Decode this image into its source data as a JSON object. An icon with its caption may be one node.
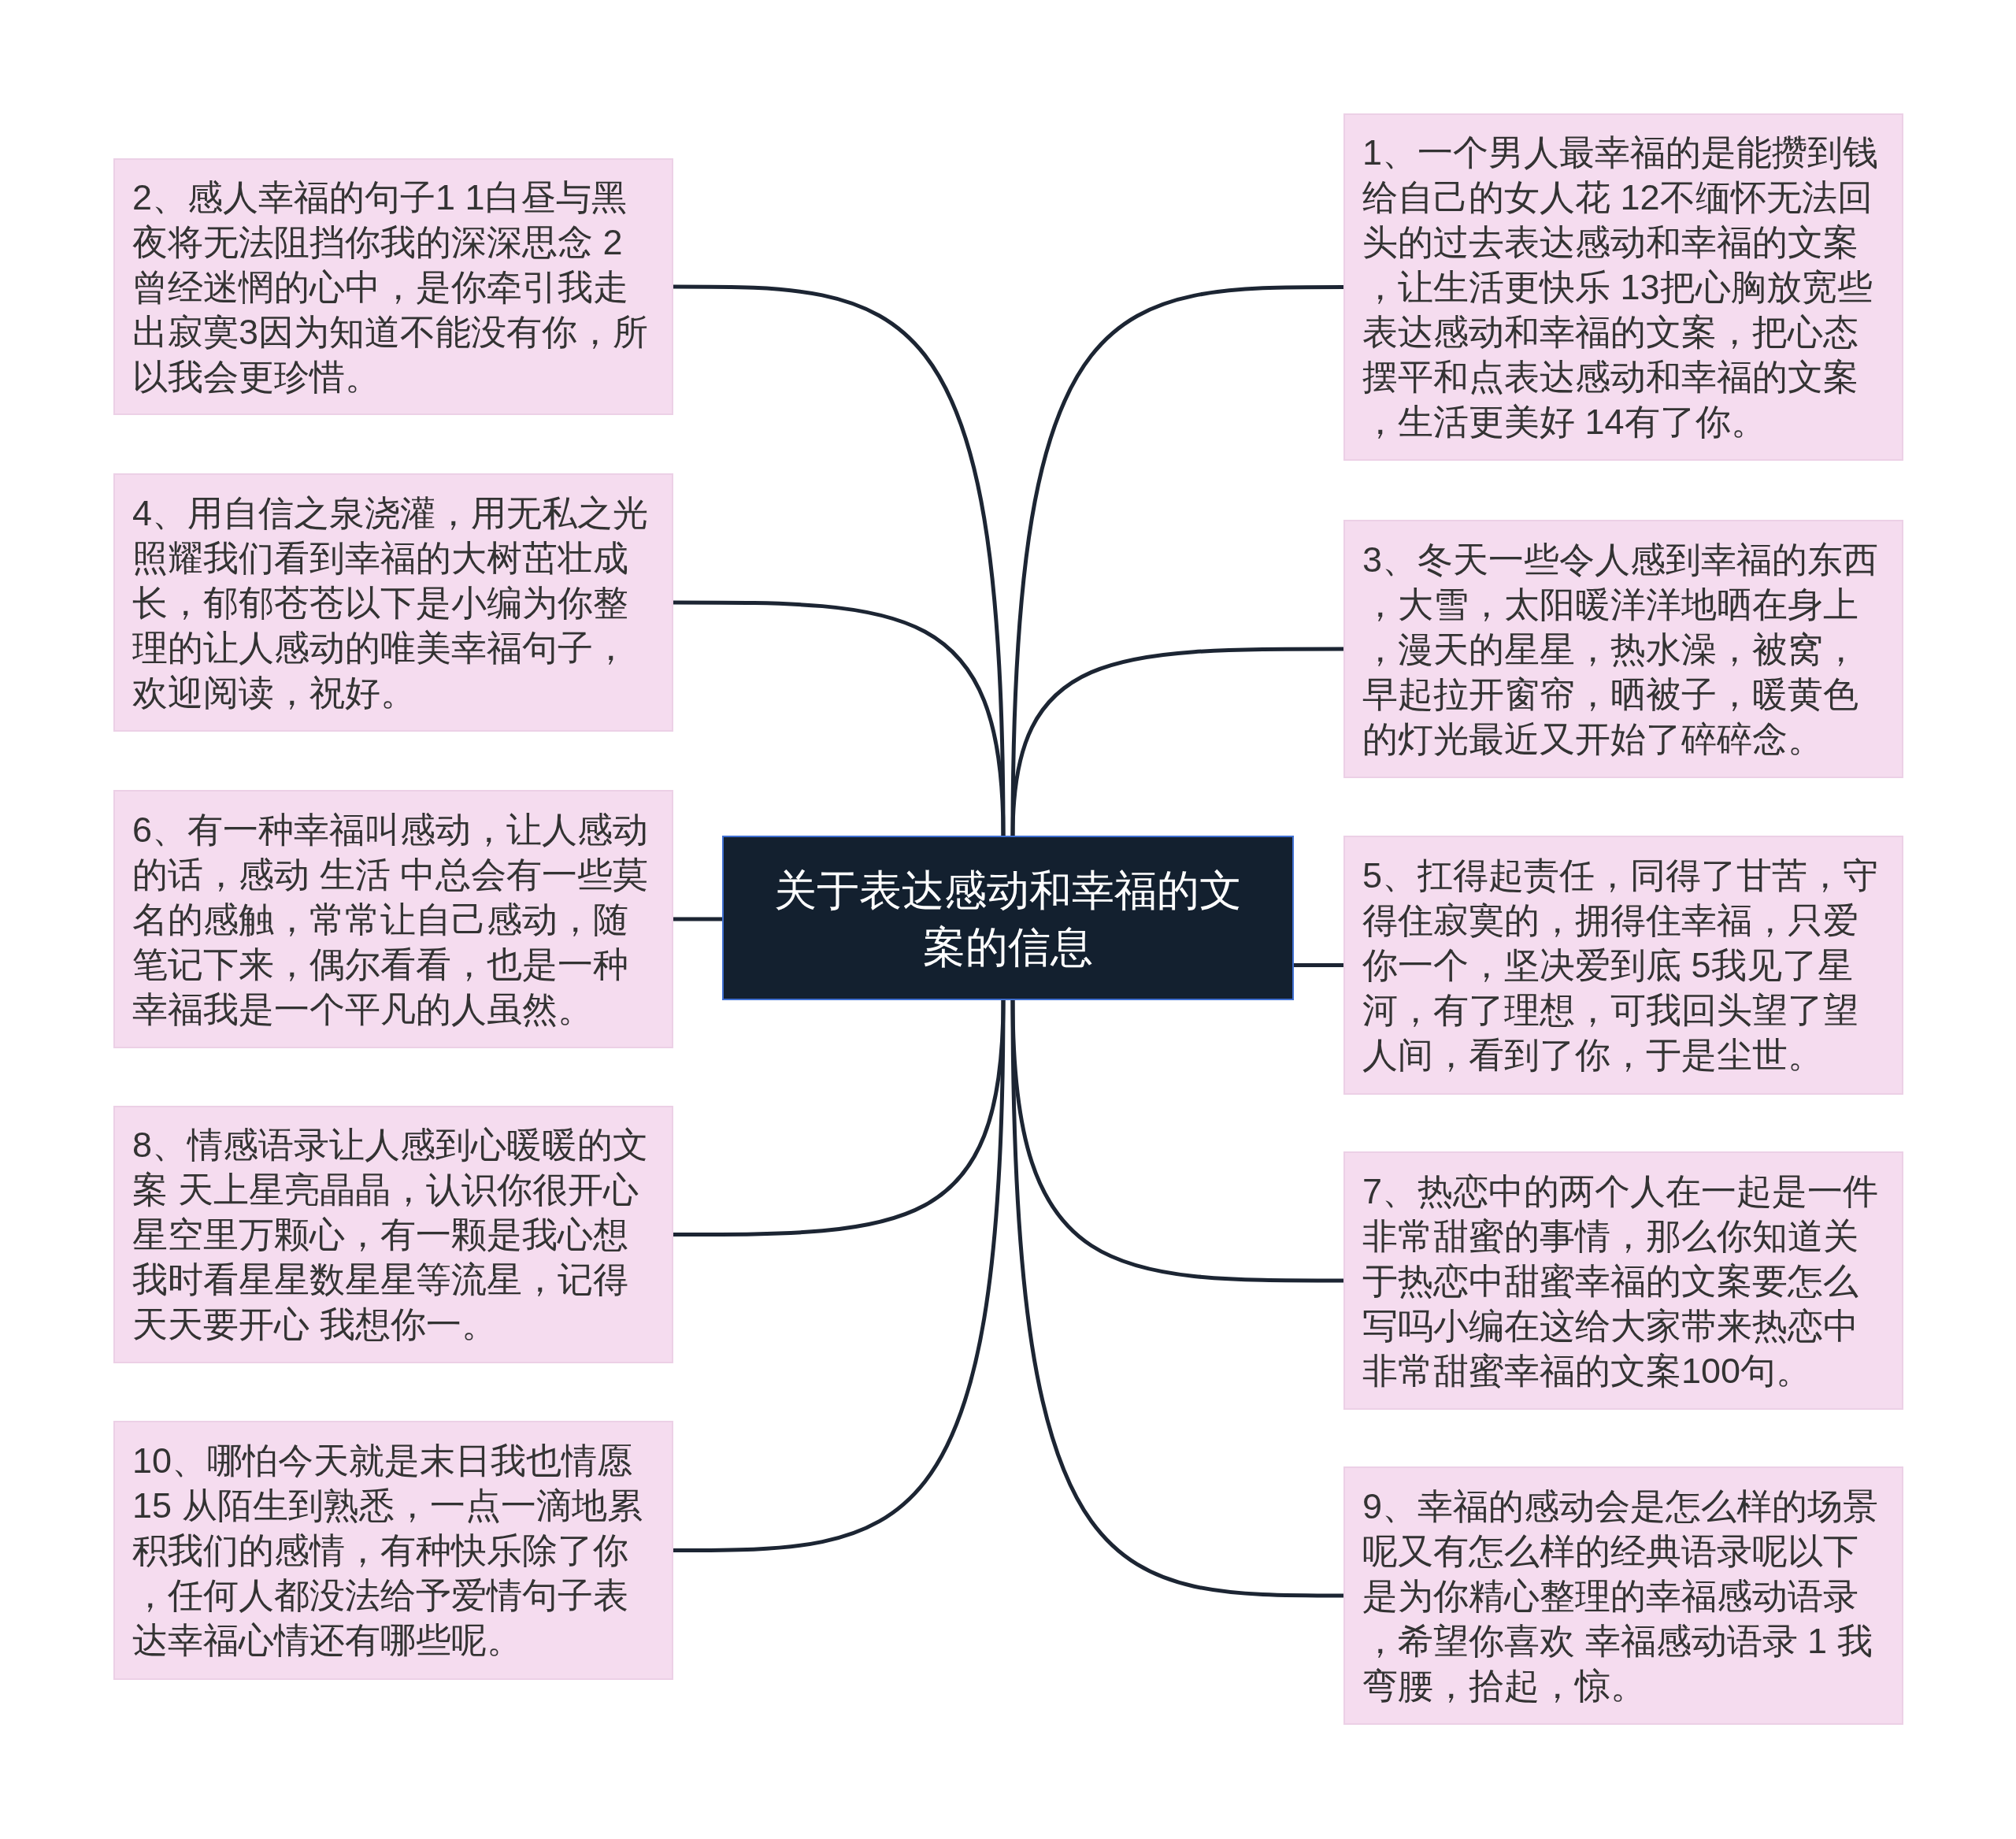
{
  "diagram": {
    "nodes": [
      {
        "text": [
          "关于表达感动和幸福的文案的信息"
        ]
      },
      {
        "text": [
          "1、一个男人最幸福的是能攒到钱给自己的女人花 12不缅怀无法回头的过去表达感动和幸福的文案，让生活更快乐 13把心胸放宽些表达感动和幸福的文案，把心态摆平和点表达感动和幸福的文案，生活更美好 14有了你。"
        ]
      },
      {
        "text": [
          "2、感人幸福的句子1 1白昼与黑夜将无法阻挡你我的深深思念 2曾经迷惘的心中，是你牵引我走出寂寞3因为知道不能没有你，所以我会更珍惜。"
        ]
      },
      {
        "text": [
          "3、冬天一些令人感到幸福的东西，大雪，太阳暖洋洋地晒在身上，漫天的星星，热水澡，被窝，早起拉开窗帘，晒被子，暖黄色的灯光最近又开始了碎碎念。"
        ]
      },
      {
        "text": [
          "4、用自信之泉浇灌，用无私之光照耀我们看到幸福的大树茁壮成长，郁郁苍苍以下是小编为你整理的让人感动的唯美幸福句子，欢迎阅读，祝好。"
        ]
      },
      {
        "text": [
          "5、扛得起责任，同得了甘苦，守得住寂寞的，拥得住幸福，只爱你一个，坚决爱到底 5我见了星河，有了理想，可我回头望了望人间，看到了你，于是尘世。"
        ]
      },
      {
        "text": [
          "6、有一种幸福叫感动，让人感动的话，感动 生活 中总会有一些莫名的感触，常常让自己感动，随笔记下来，偶尔看看，也是一种幸福我是一个平凡的人虽然。"
        ]
      },
      {
        "text": [
          "7、热恋中的两个人在一起是一件非常甜蜜的事情，那么你知道关于热恋中甜蜜幸福的文案要怎么写吗小编在这给大家带来热恋中非常甜蜜幸福的文案100句。"
        ]
      },
      {
        "text": [
          "8、情感语录让人感到心暖暖的文案 天上星亮晶晶，认识你很开心星空里万颗心，有一颗是我心想我时看星星数星星等流星，记得天天要开心 我想你一。"
        ]
      },
      {
        "text": [
          "9、幸福的感动会是怎么样的场景呢又有怎么样的经典语录呢以下是为你精心整理的幸福感动语录，希望你喜欢 幸福感动语录 1 我弯腰，拾起，惊。"
        ]
      },
      {
        "text": [
          "10、哪怕今天就是末日我也情愿 15 从陌生到熟悉，一点一滴地累积我们的感情，有种快乐除了你，任何人都没法给予爱情句子表达幸福心情还有哪些呢。"
        ]
      }
    ],
    "edges": [
      {
        "from": 0,
        "to": 1,
        "arrow": "none"
      },
      {
        "from": 0,
        "to": 2,
        "arrow": "none"
      },
      {
        "from": 0,
        "to": 3,
        "arrow": "none"
      },
      {
        "from": 0,
        "to": 4,
        "arrow": "none"
      },
      {
        "from": 0,
        "to": 5,
        "arrow": "none"
      },
      {
        "from": 0,
        "to": 6,
        "arrow": "none"
      },
      {
        "from": 0,
        "to": 7,
        "arrow": "none"
      },
      {
        "from": 0,
        "to": 8,
        "arrow": "none"
      },
      {
        "from": 0,
        "to": 9,
        "arrow": "none"
      },
      {
        "from": 0,
        "to": 10,
        "arrow": "none"
      }
    ]
  }
}
